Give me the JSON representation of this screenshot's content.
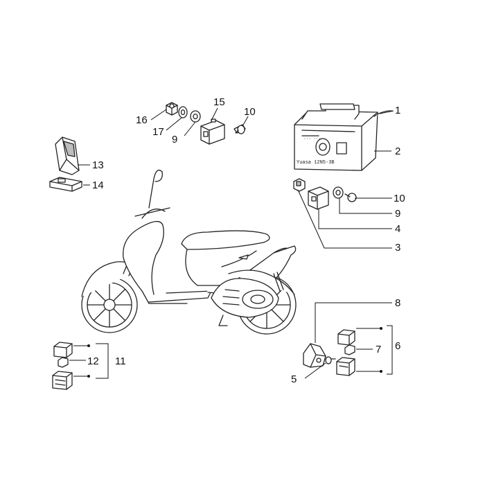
{
  "callouts": {
    "c1": "1",
    "c2": "2",
    "c3": "3",
    "c4": "4",
    "c5": "5",
    "c6": "6",
    "c7": "7",
    "c8": "8",
    "c9a": "9",
    "c9b": "9",
    "c10a": "10",
    "c10b": "10",
    "c11": "11",
    "c12": "12",
    "c13": "13",
    "c14": "14",
    "c15": "15",
    "c16": "16",
    "c17": "17"
  },
  "battery_label": {
    "line1": "··· ····",
    "line2": "Yuasa  12N5-3B"
  },
  "colors": {
    "ink": "#111111",
    "paper": "#ffffff",
    "shade": "#bdbdbd"
  }
}
